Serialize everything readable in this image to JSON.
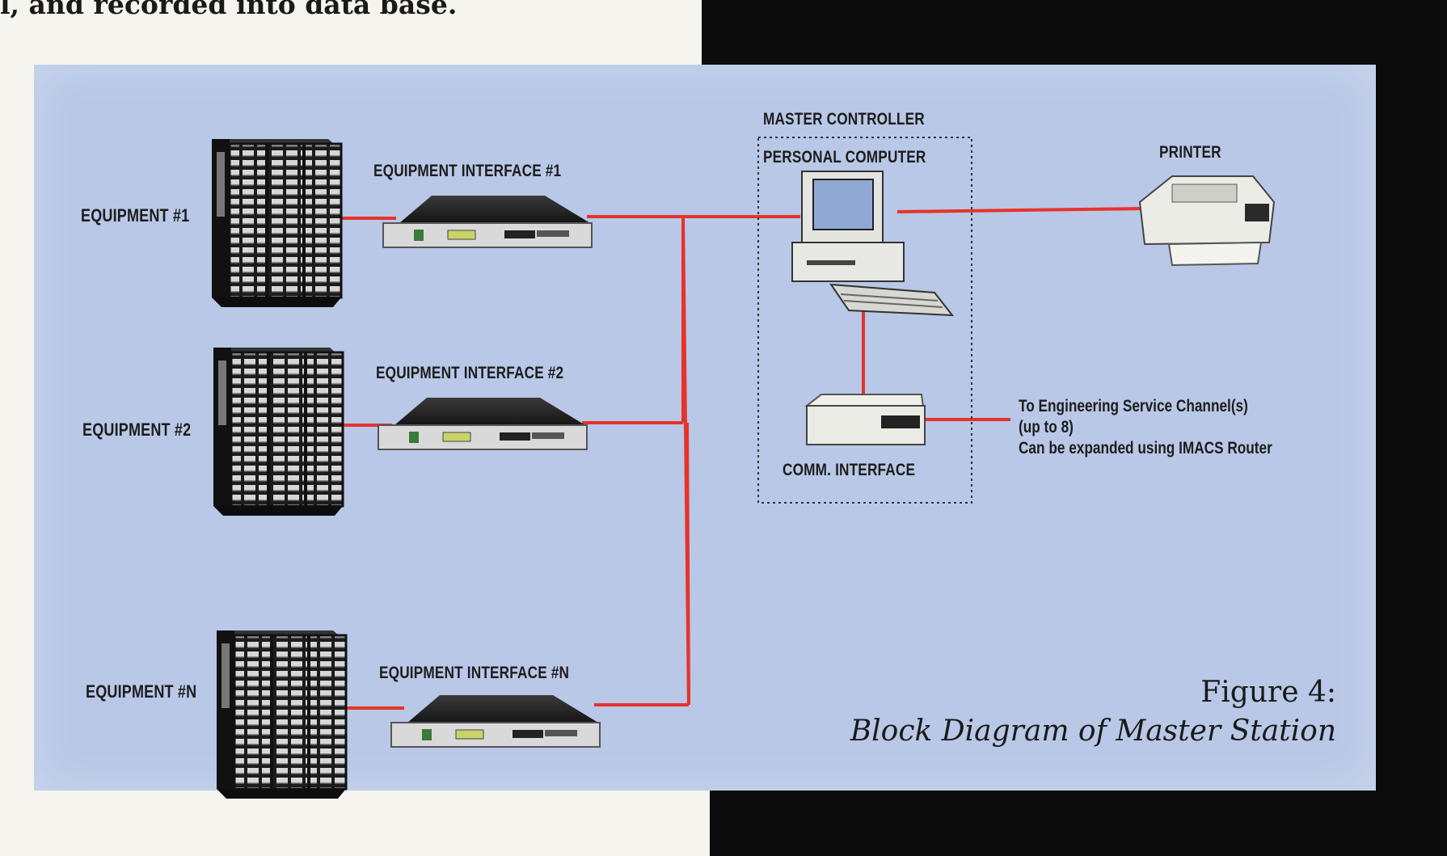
{
  "intro_text": "l, and recorded into data base.",
  "labels": {
    "equipment_1": "EQUIPMENT #1",
    "equipment_2": "EQUIPMENT #2",
    "equipment_n": "EQUIPMENT #N",
    "interface_1": "EQUIPMENT INTERFACE #1",
    "interface_2": "EQUIPMENT INTERFACE #2",
    "interface_n": "EQUIPMENT INTERFACE #N",
    "master_controller": "MASTER CONTROLLER",
    "personal_computer": "PERSONAL COMPUTER",
    "comm_interface": "COMM. INTERFACE",
    "printer": "PRINTER"
  },
  "note": {
    "line1": "To Engineering Service Channel(s)",
    "line2": "(up to 8)",
    "line3": "Can be expanded using IMACS Router"
  },
  "figure": {
    "number": "Figure 4:",
    "caption": "Block Diagram of Master Station"
  },
  "colors": {
    "panel": "#b8c8e6",
    "connector": "#e8322a",
    "background_band": "#0c0c0c"
  },
  "icons": [
    "equipment-rack-icon",
    "interface-unit-icon",
    "personal-computer-icon",
    "comm-interface-icon",
    "printer-icon"
  ]
}
